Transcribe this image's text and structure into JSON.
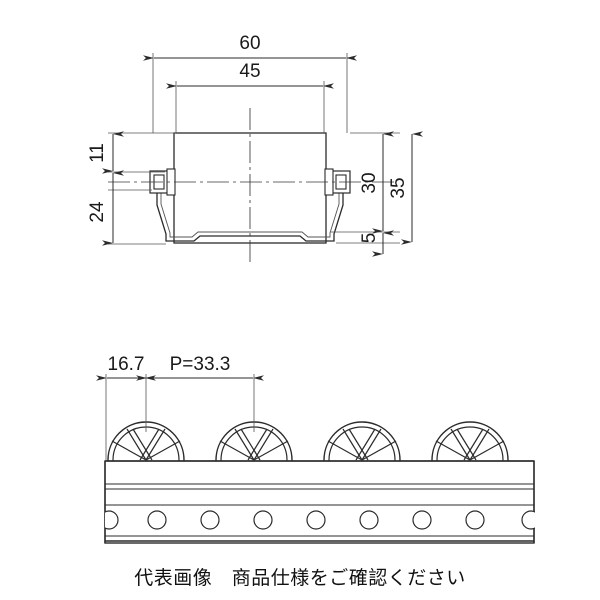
{
  "drawing": {
    "title": "Wheel conveyor rail technical drawing",
    "line_color": "#2b2b2b",
    "thin_line_color": "#555555",
    "background": "#ffffff",
    "top_view": {
      "name": "roller-bracket-front-view",
      "dimensions": {
        "overall_width": "60",
        "roller_width": "45",
        "upper_left_height": "11",
        "lower_left_height": "24",
        "right_inner_height": "30",
        "right_bottom_height": "5",
        "right_overall_height": "35"
      }
    },
    "bottom_view": {
      "name": "wheel-rail-side-view",
      "dimensions": {
        "edge_offset": "16.7",
        "pitch": "P=33.3"
      },
      "wheel_count": 4,
      "hole_count": 9
    },
    "caption": "代表画像　商品仕様をご確認ください"
  }
}
